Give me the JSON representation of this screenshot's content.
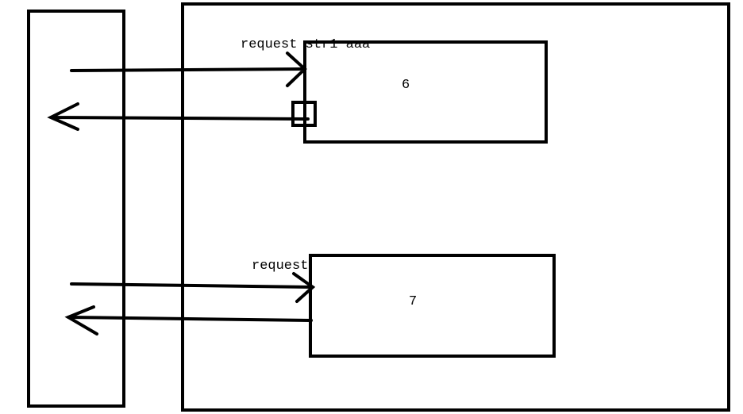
{
  "labels": {
    "top_request": "request str1 aaa",
    "bottom_request": "request",
    "box_top": "6",
    "box_bottom": "7"
  }
}
